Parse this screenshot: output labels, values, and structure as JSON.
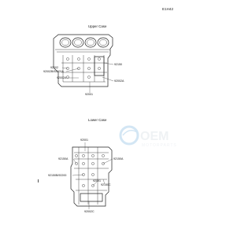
{
  "diagram_code": "E1H42",
  "upper": {
    "title": "Upper Case",
    "labels": {
      "a": "92002",
      "b": "92002B/92002A",
      "c": "92002A",
      "d": "92150",
      "e": "92002A",
      "f": "92001"
    }
  },
  "lower": {
    "title": "Lower Case",
    "labels": {
      "a": "92001",
      "b": "92150A",
      "c": "92150A",
      "d": "92150B/92200",
      "e": "92001",
      "f": "92150C",
      "g": "92002C"
    }
  },
  "watermark": {
    "brand": "OEM",
    "tagline": "MOTORPARTS",
    "colors": {
      "blue": "#3a8fd0",
      "text": "#b9c6d2"
    }
  }
}
